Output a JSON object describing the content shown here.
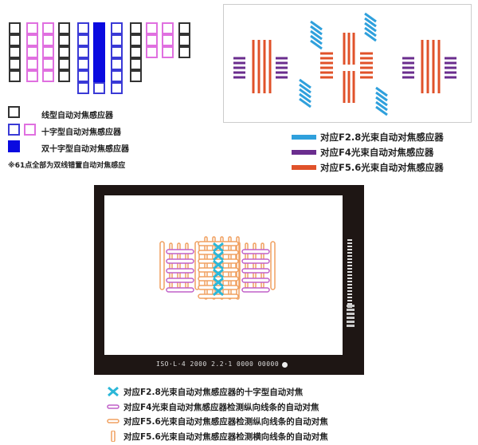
{
  "colors": {
    "line": "#333333",
    "cross_blue": "#3a3ad6",
    "cross_pink": "#e070e0",
    "dual_cross": "#0a0ae0",
    "f28": "#2fa0dc",
    "f4": "#6a2d8e",
    "f56": "#e0522a",
    "vf_frame": "#1e1614",
    "vf_cross": "#2bb7d8",
    "vf_f4": "#c060c8",
    "vf_f56": "#f0a060"
  },
  "point_legend": [
    {
      "icon": "line-sensor-square",
      "label": "线型自动对焦感应器"
    },
    {
      "icon": "cross-sensor-square",
      "label": "十字型自动对焦感应器"
    },
    {
      "icon": "dual-cross-sensor-square",
      "label": "双十字型自动对焦感应器"
    }
  ],
  "note": "※61点全部为双线错置自动对焦感应",
  "sensor_legend": [
    {
      "color": "#2fa0dc",
      "label": "对应F2.8光束自动对焦感应器"
    },
    {
      "color": "#6a2d8e",
      "label": "对应F4光束自动对焦感应器"
    },
    {
      "color": "#e0522a",
      "label": "对应F5.6光束自动对焦感应器"
    }
  ],
  "viewfinder": {
    "status_text": "ISO·L·4 2000 2.2·1 0000 00000"
  },
  "viewfinder_legend": [
    {
      "icon": "cross-x-icon",
      "label": "对应F2.8光束自动对焦感应器的十字型自动对焦"
    },
    {
      "icon": "horizontal-bar-f4-icon",
      "label": "对应F4光束自动对焦感应器检测纵向线条的自动对焦"
    },
    {
      "icon": "horizontal-bar-f56-icon",
      "label": "对应F5.6光束自动对焦感应器检测纵向线条的自动对焦"
    },
    {
      "icon": "vertical-bar-f56-icon",
      "label": "对应F5.6光束自动对焦感应器检测横向线条的自动对焦"
    }
  ]
}
